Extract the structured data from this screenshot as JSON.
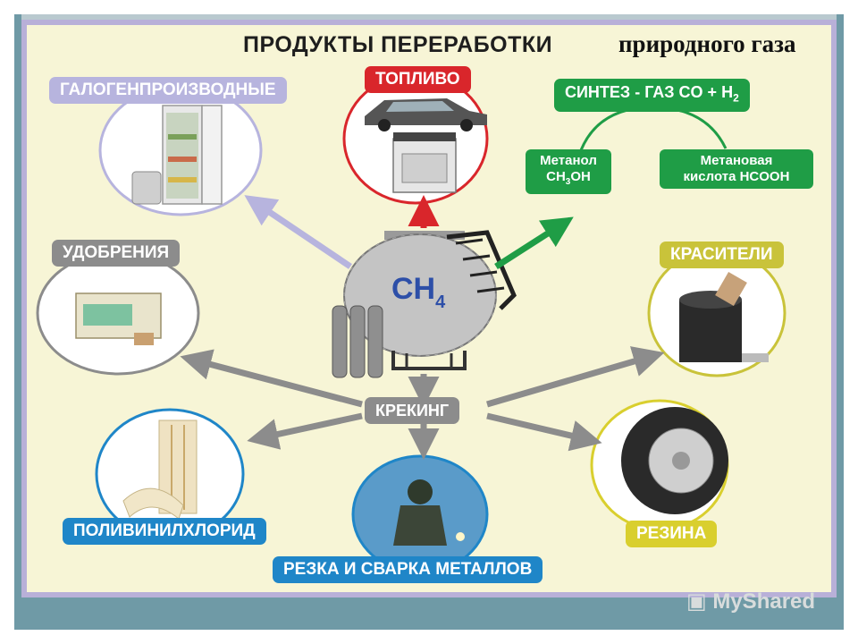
{
  "title": {
    "main": "ПРОДУКТЫ ПЕРЕРАБОТКИ",
    "suffix": "природного газа"
  },
  "center": {
    "formula": "CH",
    "subscript": "4"
  },
  "cracking": "КРЕКИНГ",
  "labels": {
    "halogen": "ГАЛОГЕНПРОИЗВОДНЫЕ",
    "fuel": "ТОПЛИВО",
    "syngas": "СИНТЕЗ - ГАЗ  CO + H",
    "syngas_sub": "2",
    "methanol_line1": "Метанол",
    "methanol_line2": "CH",
    "methanol_sub": "3",
    "methanol_tail": "OH",
    "formic_line1": "Метановая",
    "formic_line2": "кислота HCOOH",
    "fertilizers": "УДОБРЕНИЯ",
    "dyes": "КРАСИТЕЛИ",
    "pvc": "ПОЛИВИНИЛХЛОРИД",
    "welding": "РЕЗКА И СВАРКА МЕТАЛЛОВ",
    "rubber": "РЕЗИНА"
  },
  "watermark": "MyShared",
  "colors": {
    "halogen": "#b7b4de",
    "fuel": "#d9262b",
    "syngas": "#1f9d46",
    "grey": "#8c8c8c",
    "dyes": "#c9c33a",
    "pvc": "#1f86c8",
    "rubber": "#d9cf2e"
  }
}
